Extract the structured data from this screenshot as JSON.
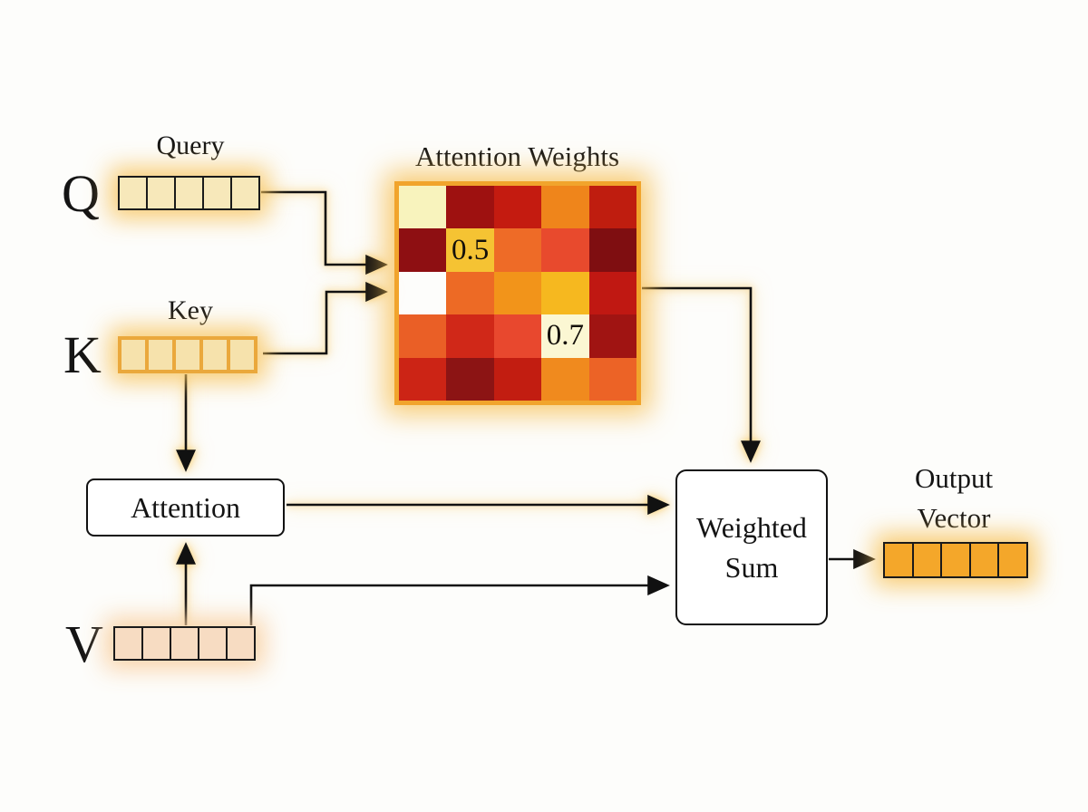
{
  "labels": {
    "query": "Query",
    "key": "Key",
    "q_symbol": "Q",
    "k_symbol": "K",
    "v_symbol": "V",
    "attention_weights_title": "Attention Weights",
    "attention_box": "Attention",
    "weighted_sum_line1": "Weighted",
    "weighted_sum_line2": "Sum",
    "output_line1": "Output",
    "output_line2": "Vector"
  },
  "vectors": {
    "query": {
      "cells": 5,
      "fill": "#f7e8ba",
      "border": "#1a1a1a",
      "border_width": 2
    },
    "key": {
      "cells": 5,
      "fill": "#f6e2ac",
      "border": "#eaa83c",
      "border_width": 4
    },
    "value": {
      "cells": 5,
      "fill": "#f7dcc2",
      "border": "#1a1a1a",
      "border_width": 2
    },
    "output": {
      "cells": 5,
      "fill": "#f4a72a",
      "border": "#1a1a1a",
      "border_width": 2.5
    }
  },
  "matrix": {
    "rows": 5,
    "cols": 5,
    "border_color": "#f1a42c",
    "colors": [
      [
        "#f8f3bd",
        "#9e1110",
        "#c41b10",
        "#ef851b",
        "#bf1d0f"
      ],
      [
        "#8e0f12",
        "#f5c333",
        "#ee6b27",
        "#e84a2d",
        "#7f0e11"
      ],
      [
        "#c0191५",
        "#ed6a25",
        "#f2941a",
        "#f6b81f",
        "#c01812"
      ],
      [
        "#ea5f26",
        "#d02818",
        "#e8482e",
        "#fbf7d3",
        "#a01412"
      ],
      [
        "#cc2415",
        "#8c1414",
        "#c21d11",
        "#f08a1e",
        "#ec6326"
      ]
    ],
    "annotations": [
      {
        "row": 1,
        "col": 1,
        "value": "0.5"
      },
      {
        "row": 3,
        "col": 3,
        "value": "0.7"
      }
    ]
  }
}
